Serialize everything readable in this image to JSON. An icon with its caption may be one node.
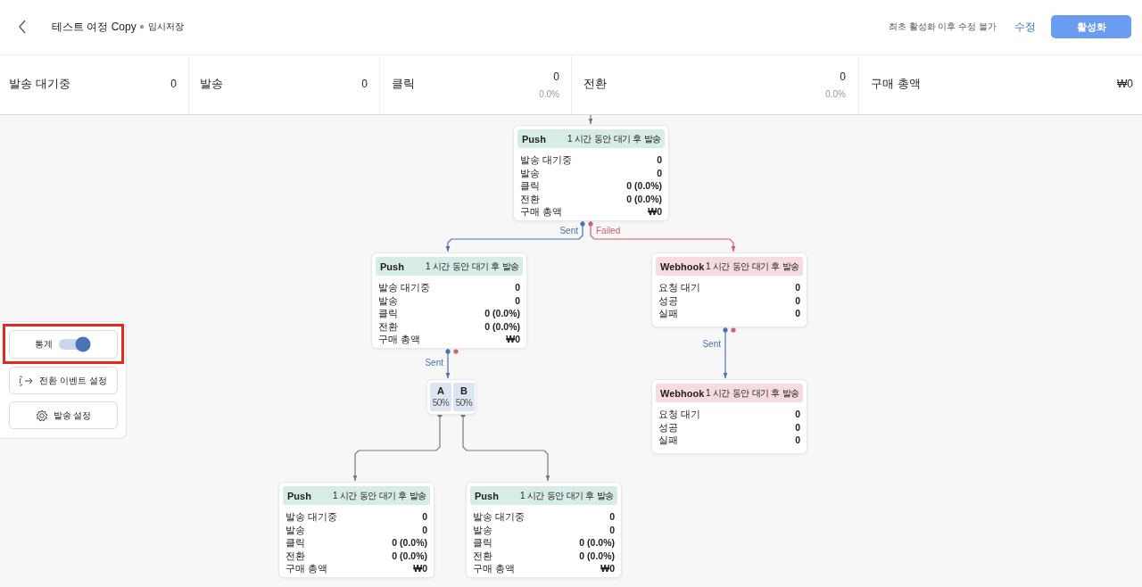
{
  "diagram": {
    "title": "테스트 여정 Copy",
    "nodes": [
      {
        "text": [
          "Push",
          "1 시간 동안 대기 후 발송",
          "발송 대기중",
          "0",
          "발송",
          "0",
          "클릭",
          "0 (0.0%)",
          "전환",
          "0 (0.0%)",
          "구매 총액",
          "₩0"
        ]
      },
      {
        "text": [
          "Push",
          "1 시간 동안 대기 후 발송",
          "발송 대기중",
          "0",
          "발송",
          "0",
          "클릭",
          "0 (0.0%)",
          "전환",
          "0 (0.0%)",
          "구매 총액",
          "₩0"
        ]
      },
      {
        "text": [
          "Webhook",
          "1 시간 동안 대기 후 발송",
          "요청 대기",
          "0",
          "성공",
          "0",
          "실패",
          "0"
        ]
      },
      {
        "text": [],
        "shape": "box"
      },
      {
        "text": [
          "A",
          "50%"
        ],
        "in": 3
      },
      {
        "text": [
          "B",
          "50%"
        ],
        "in": 3
      },
      {
        "text": [
          "Webhook",
          "1 시간 동안 대기 후 발송",
          "요청 대기",
          "0",
          "성공",
          "0",
          "실패",
          "0"
        ]
      },
      {
        "text": [
          "Push",
          "1 시간 동안 대기 후 발송",
          "발송 대기중",
          "0",
          "발송",
          "0",
          "클릭",
          "0 (0.0%)",
          "전환",
          "0 (0.0%)",
          "구매 총액",
          "₩0"
        ]
      },
      {
        "text": [
          "Push",
          "1 시간 동안 대기 후 발송",
          "발송 대기중",
          "0",
          "발송",
          "0",
          "클릭",
          "0 (0.0%)",
          "전환",
          "0 (0.0%)",
          "구매 총액",
          "₩0"
        ]
      }
    ],
    "edges": [
      {
        "from": null,
        "to": 0,
        "arrow": "to",
        "color": "#7a7a7a"
      },
      {
        "from": 0,
        "to": 1,
        "arrow": "to",
        "label": "Sent",
        "color": "#4a72b8"
      },
      {
        "from": 0,
        "to": 2,
        "arrow": "to",
        "label": "Failed",
        "color": "#d0606c"
      },
      {
        "from": 1,
        "to": 3,
        "arrow": "to",
        "label": "Sent",
        "color": "#4a72b8"
      },
      {
        "from": 2,
        "to": 6,
        "arrow": "to",
        "label": "Sent",
        "color": "#4a72b8"
      },
      {
        "from": 4,
        "to": 7,
        "arrow": "to",
        "color": "#7a7a7a"
      },
      {
        "from": 5,
        "to": 8,
        "arrow": "to",
        "color": "#7a7a7a"
      }
    ],
    "labels": [
      "임시저장",
      "최초 활성화 이후 수정 불가",
      "수정",
      "활성화",
      "발송 대기중",
      "0",
      "발송",
      "0",
      "클릭",
      "0",
      "0.0%",
      "전환",
      "0",
      "0.0%",
      "구매 총액",
      "₩0",
      "통계",
      "전환 이벤트 설정",
      "발송 설정"
    ]
  }
}
